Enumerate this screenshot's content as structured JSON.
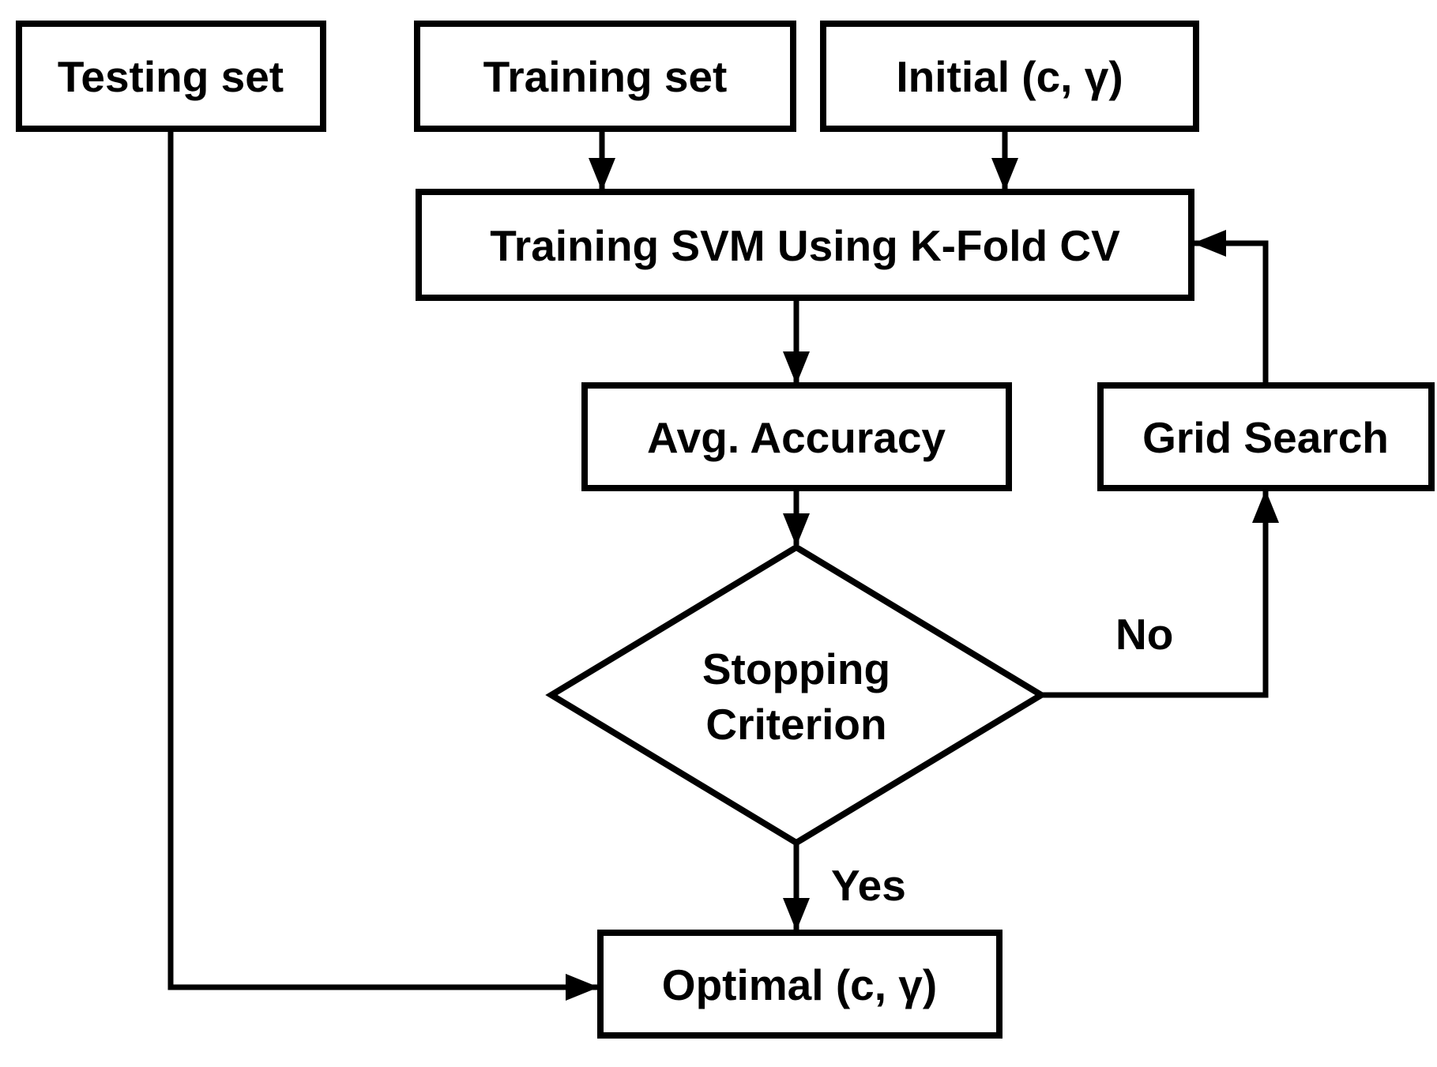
{
  "figure": {
    "type": "flowchart",
    "background": "#ffffff",
    "ink": "#000000",
    "nodes": {
      "testing_set": {
        "shape": "rect",
        "label": "Testing set"
      },
      "training_set": {
        "shape": "rect",
        "label": "Training set"
      },
      "initial_params": {
        "shape": "rect",
        "label": "Initial (c, γ)"
      },
      "train_svm_kfold": {
        "shape": "rect",
        "label": "Training SVM Using K-Fold CV"
      },
      "avg_accuracy": {
        "shape": "rect",
        "label": "Avg. Accuracy"
      },
      "grid_search": {
        "shape": "rect",
        "label": "Grid Search"
      },
      "stopping_criterion": {
        "shape": "diamond",
        "lines": [
          "Stopping",
          "Criterion"
        ]
      },
      "optimal_params": {
        "shape": "rect",
        "label": "Optimal (c, γ)"
      }
    },
    "edge_labels": {
      "no": "No",
      "yes": "Yes"
    },
    "edges": [
      {
        "from": "training_set",
        "to": "train_svm_kfold",
        "label": ""
      },
      {
        "from": "initial_params",
        "to": "train_svm_kfold",
        "label": ""
      },
      {
        "from": "train_svm_kfold",
        "to": "avg_accuracy",
        "label": ""
      },
      {
        "from": "avg_accuracy",
        "to": "stopping_criterion",
        "label": ""
      },
      {
        "from": "stopping_criterion",
        "to": "grid_search",
        "label": "No"
      },
      {
        "from": "grid_search",
        "to": "train_svm_kfold",
        "label": ""
      },
      {
        "from": "stopping_criterion",
        "to": "optimal_params",
        "label": "Yes"
      },
      {
        "from": "testing_set",
        "to": "optimal_params",
        "label": ""
      }
    ]
  }
}
